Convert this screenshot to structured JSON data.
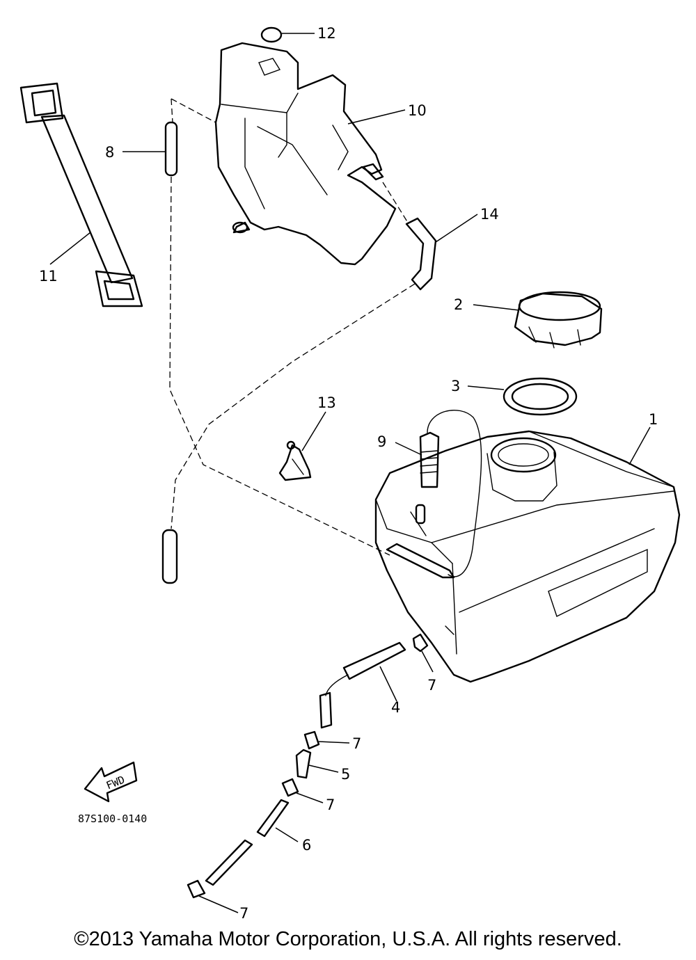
{
  "diagram": {
    "parts": [
      {
        "id": "1"
      },
      {
        "id": "2"
      },
      {
        "id": "3"
      },
      {
        "id": "4"
      },
      {
        "id": "5"
      },
      {
        "id": "6"
      },
      {
        "id": "7"
      },
      {
        "id": "8"
      },
      {
        "id": "9"
      },
      {
        "id": "10"
      },
      {
        "id": "11"
      },
      {
        "id": "12"
      },
      {
        "id": "13"
      },
      {
        "id": "14"
      }
    ],
    "labels": {
      "p1": "1",
      "p2": "2",
      "p3": "3",
      "p4": "4",
      "p5": "5",
      "p6": "6",
      "p7a": "7",
      "p7b": "7",
      "p7c": "7",
      "p7d": "7",
      "p8": "8",
      "p9": "9",
      "p10": "10",
      "p11": "11",
      "p12": "12",
      "p13": "13",
      "p14": "14"
    },
    "fwd_arrow_text": "FWD",
    "drawing_code": "87S100-0140",
    "copyright": "©2013 Yamaha Motor Corporation, U.S.A. All rights reserved."
  }
}
